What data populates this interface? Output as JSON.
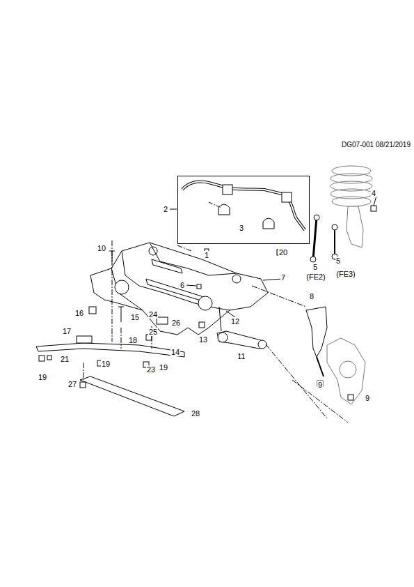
{
  "diagram": {
    "nodes": [
      {
        "text": [
          "3"
        ]
      }
    ],
    "labels": [
      "DG07-001 08/21/2019",
      "2",
      "1",
      "4",
      "5",
      "(FE2)",
      "5",
      "(FE3)",
      "20",
      "10",
      "6",
      "7",
      "8",
      "16",
      "15",
      "24",
      "26",
      "12",
      "13",
      "14",
      "18",
      "25",
      "17",
      "11",
      "21",
      "19",
      "19",
      "19",
      "23",
      "9",
      "9",
      "27",
      "28"
    ]
  }
}
